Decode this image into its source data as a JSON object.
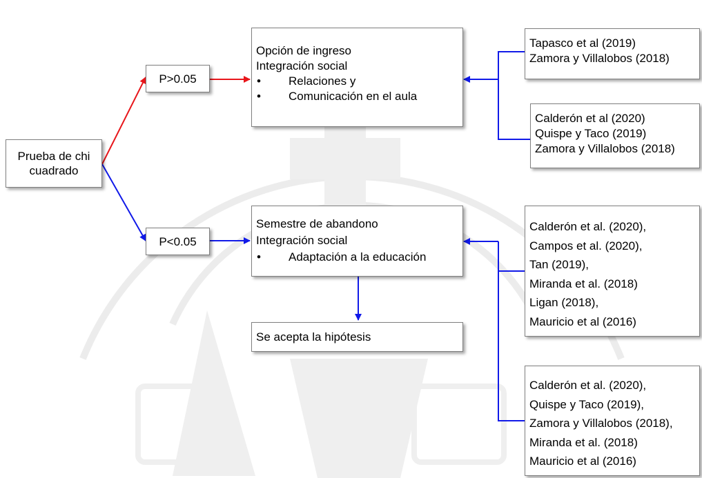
{
  "colors": {
    "accepted_path": "#e8161b",
    "rejected_path": "#1019e8",
    "box_border": "#7f7f7f",
    "watermark": "#ececec"
  },
  "root": {
    "line1": "Prueba de chi",
    "line2": "cuadrado"
  },
  "branches": {
    "high": {
      "label": "P>0.05"
    },
    "low": {
      "label": "P<0.05"
    }
  },
  "result_high": {
    "line1": "Opción de ingreso",
    "line2": "Integración social",
    "bullet_char": "•",
    "bullets": [
      "Relaciones y",
      "Comunicación en el aula"
    ]
  },
  "result_low": {
    "line1": "Semestre de abandono",
    "line2": "Integración social",
    "bullet_char": "•",
    "bullets": [
      "Adaptación a la educación"
    ]
  },
  "conclusion": {
    "text": "Se acepta la hipótesis"
  },
  "references": {
    "group1": [
      "Tapasco et al (2019)",
      "Zamora y Villalobos (2018)"
    ],
    "group2": [
      "Calderón et al (2020)",
      "Quispe y Taco (2019)",
      "Zamora y Villalobos (2018)"
    ],
    "group3": [
      "Calderón et al. (2020),",
      "Campos et al. (2020),",
      "Tan (2019),",
      "Miranda et al. (2018)",
      "Ligan (2018),",
      "Mauricio et al (2016)"
    ],
    "group4": [
      "Calderón et al. (2020),",
      "Quispe y Taco (2019),",
      "Zamora y Villalobos (2018),",
      "Miranda et al. (2018)",
      "Mauricio et al (2016)"
    ]
  }
}
